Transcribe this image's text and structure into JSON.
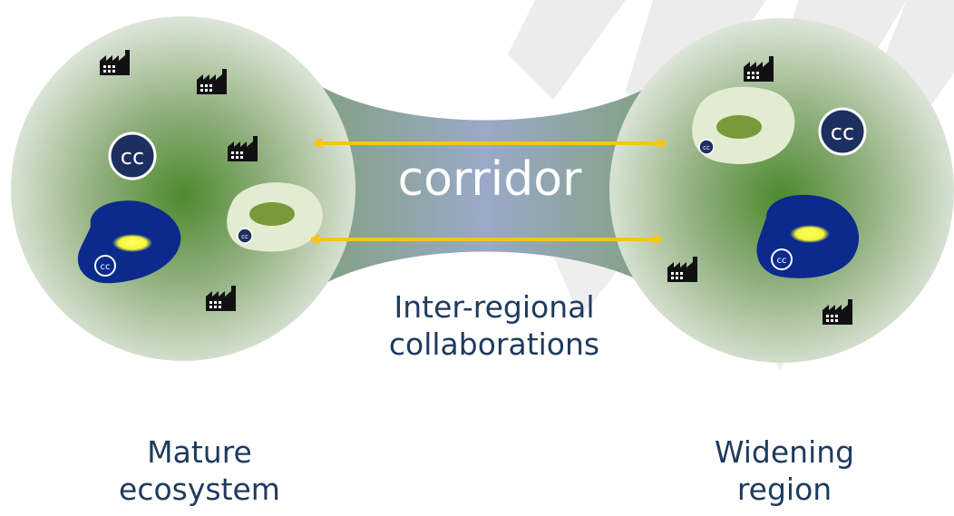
{
  "labels": {
    "corridor": "corridor",
    "inter_regional_line1": "Inter-regional",
    "inter_regional_line2": "collaborations",
    "mature_line1": "Mature",
    "mature_line2": "ecosystem",
    "widening_line1": "Widening",
    "widening_line2": "region"
  },
  "badges": {
    "cc": "CC"
  },
  "colors": {
    "arrow": "#f5c518",
    "blob_blue": "#0b2a8c",
    "blob_light": "#e3ebd0",
    "blob_inner": "#7a9a3a",
    "highlight": "#f2f53a",
    "badge_dark": "#1c2f5e",
    "corridor": "#9aa9c8",
    "text": "#1f3a5f",
    "background_stripe": "#ebebeb"
  },
  "icons": [
    "factory-icon",
    "cc-badge-icon"
  ]
}
